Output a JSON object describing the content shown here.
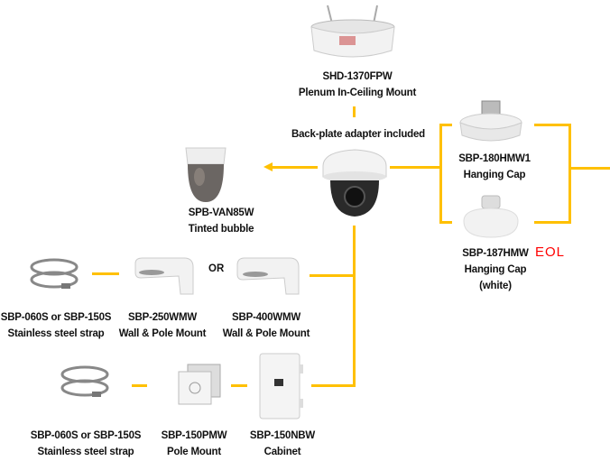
{
  "colors": {
    "line": "#FFC000",
    "eol": "#FF0000"
  },
  "plenum": {
    "model": "SHD-1370FPW",
    "desc": "Plenum In-Ceiling Mount"
  },
  "camera": {
    "note": "Back-plate adapter included"
  },
  "bubble": {
    "model": "SPB-VAN85W",
    "desc": "Tinted bubble"
  },
  "cap1": {
    "model": "SBP-180HMW1",
    "desc": "Hanging Cap"
  },
  "cap2": {
    "model": "SBP-187HMW",
    "desc": "Hanging Cap",
    "desc2": "(white)",
    "status": "EOL"
  },
  "row1": {
    "strap": {
      "model": "SBP-060S or SBP-150S",
      "desc": "Stainless steel strap"
    },
    "mount_a": {
      "model": "SBP-250WMW",
      "desc": "Wall & Pole Mount"
    },
    "or": "OR",
    "mount_b": {
      "model": "SBP-400WMW",
      "desc": "Wall & Pole Mount"
    }
  },
  "row2": {
    "strap": {
      "model": "SBP-060S or SBP-150S",
      "desc": "Stainless steel strap"
    },
    "pole": {
      "model": "SBP-150PMW",
      "desc": "Pole Mount"
    },
    "cabinet": {
      "model": "SBP-150NBW",
      "desc": "Cabinet"
    }
  }
}
